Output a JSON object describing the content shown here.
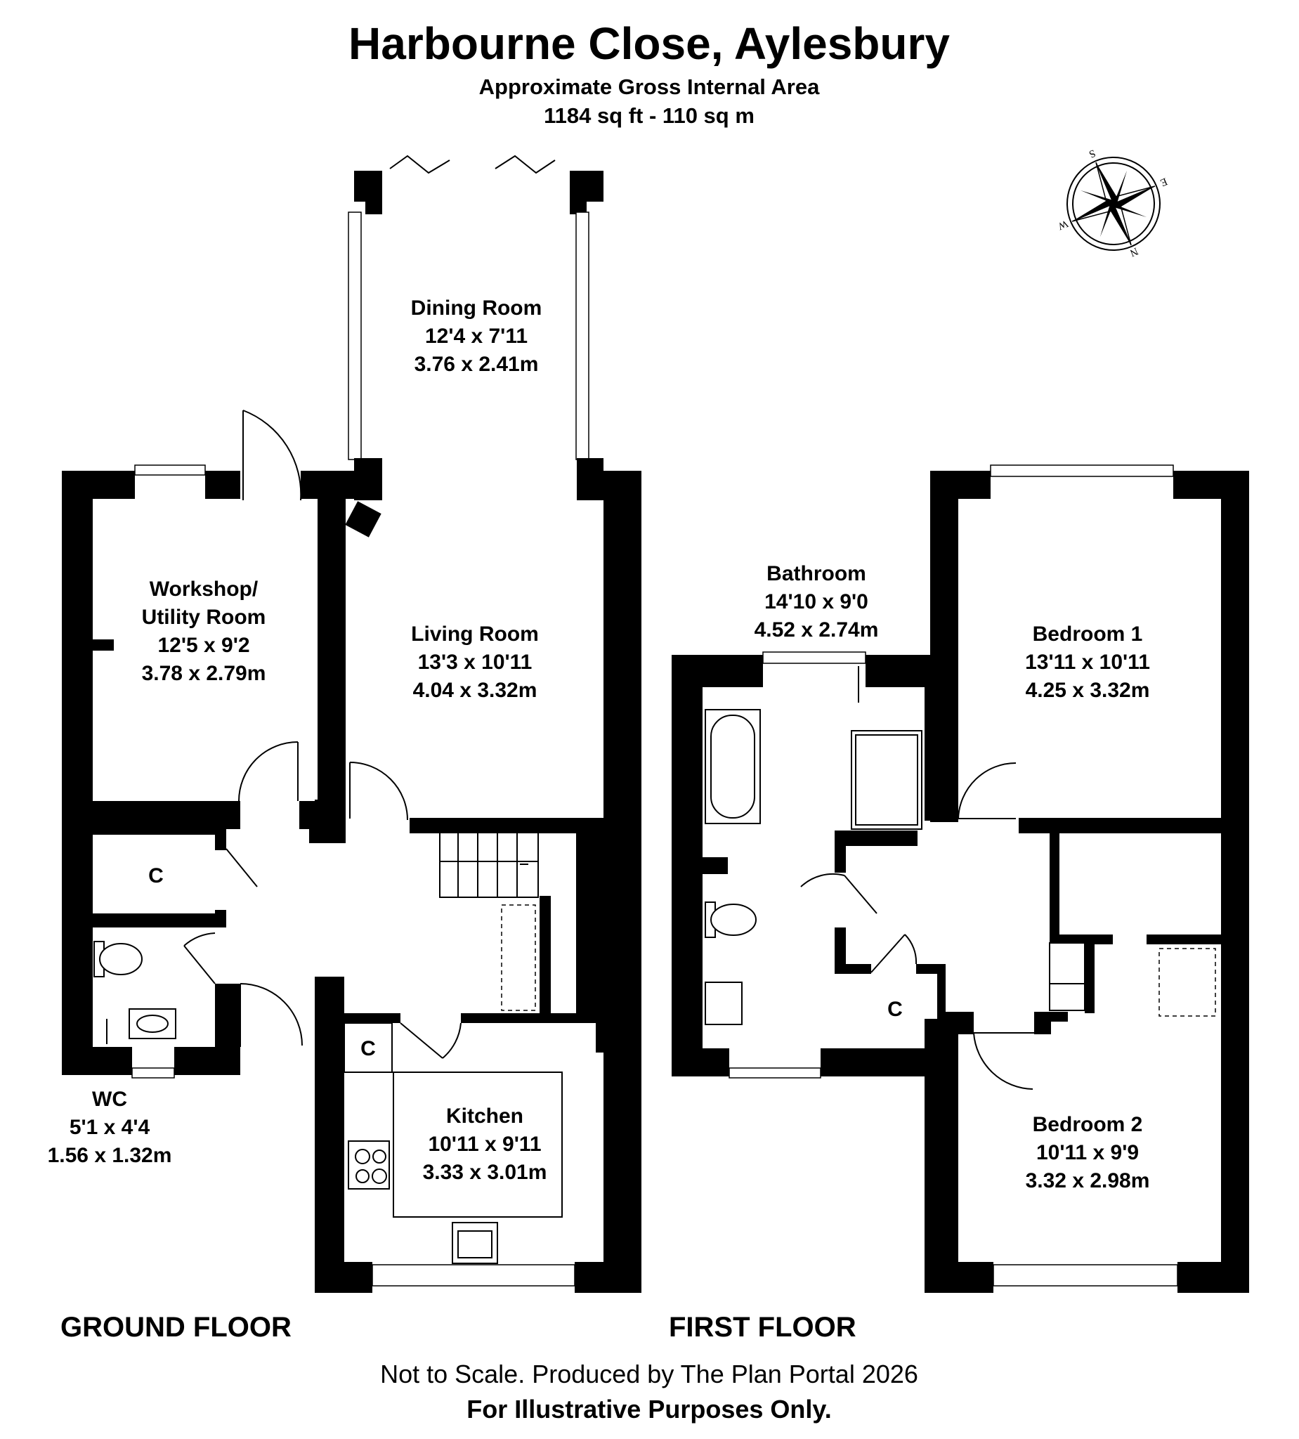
{
  "title": "Harbourne Close, Aylesbury",
  "area_label": "Approximate Gross Internal Area",
  "area_value": "1184 sq ft - 110 sq m",
  "compass": {
    "n": "N",
    "s": "S",
    "e": "E",
    "w": "W"
  },
  "floors": {
    "ground": "GROUND FLOOR",
    "first": "FIRST FLOOR"
  },
  "rooms": {
    "dining": {
      "name": "Dining Room",
      "imperial": "12'4 x 7'11",
      "metric": "3.76 x 2.41m"
    },
    "workshop": {
      "name1": "Workshop/",
      "name2": "Utility Room",
      "imperial": "12'5 x 9'2",
      "metric": "3.78 x 2.79m"
    },
    "living": {
      "name": "Living Room",
      "imperial": "13'3 x 10'11",
      "metric": "4.04 x 3.32m"
    },
    "cupboard_ground": {
      "name": "C"
    },
    "cupboard_kitchen": {
      "name": "C"
    },
    "wc": {
      "name": "WC",
      "imperial": "5'1 x 4'4",
      "metric": "1.56 x 1.32m"
    },
    "kitchen": {
      "name": "Kitchen",
      "imperial": "10'11 x 9'11",
      "metric": "3.33 x 3.01m"
    },
    "bathroom": {
      "name": "Bathroom",
      "imperial": "14'10 x 9'0",
      "metric": "4.52 x 2.74m"
    },
    "bedroom1": {
      "name": "Bedroom 1",
      "imperial": "13'11 x 10'11",
      "metric": "4.25 x 3.32m"
    },
    "cupboard_first": {
      "name": "C"
    },
    "bedroom2": {
      "name": "Bedroom 2",
      "imperial": "10'11 x 9'9",
      "metric": "3.32 x 2.98m"
    }
  },
  "footer": {
    "line1": "Not to Scale. Produced by The Plan Portal 2026",
    "line2": "For Illustrative Purposes Only."
  }
}
